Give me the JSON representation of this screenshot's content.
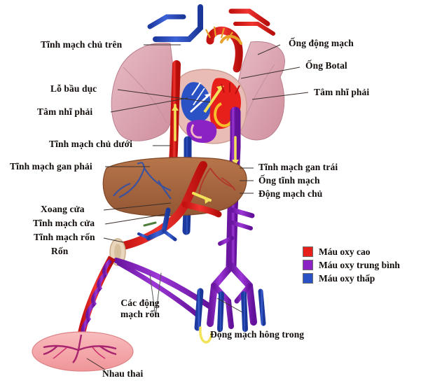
{
  "diagram": {
    "title": "Fetal circulation (Vietnamese labels)",
    "labels": {
      "svc": "Tĩnh mạch chủ trên",
      "foramen_ovale": "Lỗ bầu dục",
      "right_atrium_left": "Tâm nhĩ phải",
      "ivc": "Tĩnh mạch chủ dưới",
      "right_hepatic_vein": "Tĩnh mạch gan phải",
      "portal_sinus": "Xoang cửa",
      "portal_vein": "Tĩnh mạch cửa",
      "umbilical_vein": "Tĩnh mạch rốn",
      "umbilicus": "Rốn",
      "umbilical_arteries": "Các động mạch rốn",
      "placenta": "Nhau thai",
      "ductus_arteriosus": "Ống động mạch",
      "botal_duct": "Ống Botal",
      "right_atrium_right": "Tâm nhĩ phải",
      "left_hepatic_vein": "Tĩnh mạch gan trái",
      "ductus_venosus": "Ống tĩnh mạch",
      "aorta": "Động mạch chủ",
      "internal_iliac_artery": "Động mạch hông trong"
    },
    "legend": {
      "items": [
        {
          "label": "Máu oxy cao",
          "color": "#e8201c"
        },
        {
          "label": "Máu oxy trung bình",
          "color": "#8b23c4"
        },
        {
          "label": "Máu oxy thấp",
          "color": "#2b52c4"
        }
      ]
    },
    "palette": {
      "artery_red": "#e8201c",
      "mixed_purple": "#8b23c4",
      "vein_blue": "#2b52c4",
      "lung_pink": "#d89ca8",
      "liver_brown": "#a9683f",
      "placenta_pink": "#f4a6a8",
      "flow_yellow": "#f2e35a",
      "leader_line": "#3a2f2a"
    }
  }
}
